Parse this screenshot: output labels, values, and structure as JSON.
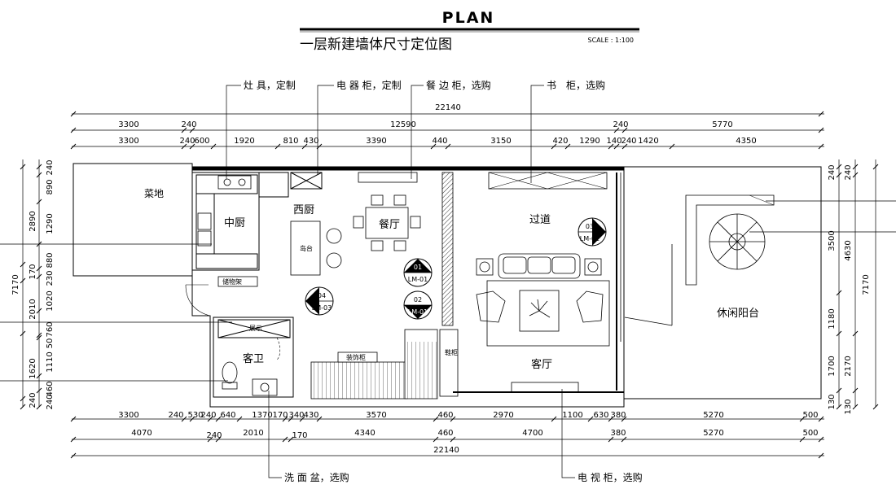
{
  "header": {
    "title": "PLAN",
    "subtitle": "一层新建墙体尺寸定位图",
    "scale": "SCALE : 1:100"
  },
  "callouts": {
    "stove": "灶 具，定制",
    "appliance_cabinet": "电 器 柜，定制",
    "sideboard": "餐 边 柜，选购",
    "bookcase": "书　柜，选购",
    "wash_basin": "洗 面 盆，选购",
    "tv_cabinet": "电 视 柜，选购"
  },
  "rooms": {
    "veg_garden": "菜地",
    "chinese_kitchen": "中厨",
    "western_kitchen": "西厨",
    "island": "岛台",
    "dining": "餐厅",
    "corridor": "过道",
    "guest_bath": "客卫",
    "living": "客厅",
    "leisure_terrace": "休闲阳台",
    "rack": "储物架",
    "small_cabinet": "装饰柜",
    "shoe": "鞋柜",
    "display": "展示"
  },
  "markers": [
    {
      "num": "01",
      "ref": "LM-01"
    },
    {
      "num": "02",
      "ref": "LM-01"
    },
    {
      "num": "03",
      "ref": "LM-02"
    },
    {
      "num": "04",
      "ref": "LM-03"
    }
  ],
  "dims": {
    "top_total": "22140",
    "top_row1": [
      "3300",
      "240",
      "12590",
      "240",
      "5770"
    ],
    "top_row2": [
      "3300",
      "240",
      "600",
      "1920",
      "810",
      "430",
      "3390",
      "440",
      "3150",
      "420",
      "1290",
      "140",
      "240",
      "1420",
      "4350"
    ],
    "bottom_row1": [
      "3300",
      "240",
      "530",
      "240",
      "640",
      "1370",
      "170",
      "340",
      "430",
      "3570",
      "460",
      "2970",
      "1100",
      "630",
      "380",
      "5270",
      "500"
    ],
    "bottom_row2": [
      "4070",
      "240",
      "2010",
      "170",
      "4340",
      "460",
      "4700",
      "380",
      "5270",
      "500"
    ],
    "bottom_total": "22140",
    "left_total": "7170",
    "left_row1": [
      "2890",
      "170",
      "2010",
      "1620",
      "240"
    ],
    "left_row2": [
      "240",
      "890",
      "1290",
      "880",
      "230",
      "1020",
      "760",
      "50",
      "1110",
      "460",
      "240"
    ],
    "right_total": "7170",
    "right_row1": [
      "240",
      "3500",
      "1180",
      "1700",
      "130"
    ],
    "right_row2": [
      "240",
      "4630",
      "2170",
      "130"
    ]
  }
}
